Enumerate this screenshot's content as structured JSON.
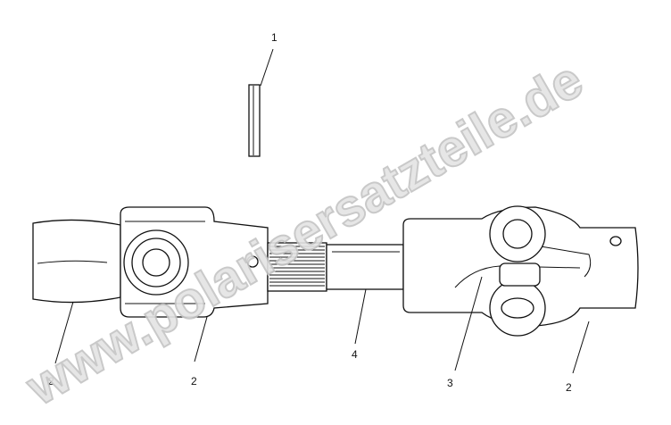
{
  "diagram": {
    "callouts": [
      {
        "id": "callout-1",
        "label": "1"
      },
      {
        "id": "callout-2a",
        "label": "2"
      },
      {
        "id": "callout-2b",
        "label": "2"
      },
      {
        "id": "callout-4",
        "label": "4"
      },
      {
        "id": "callout-3",
        "label": "3"
      },
      {
        "id": "callout-2c",
        "label": "2"
      }
    ],
    "watermark": "www.polarisersatzteile.de"
  }
}
